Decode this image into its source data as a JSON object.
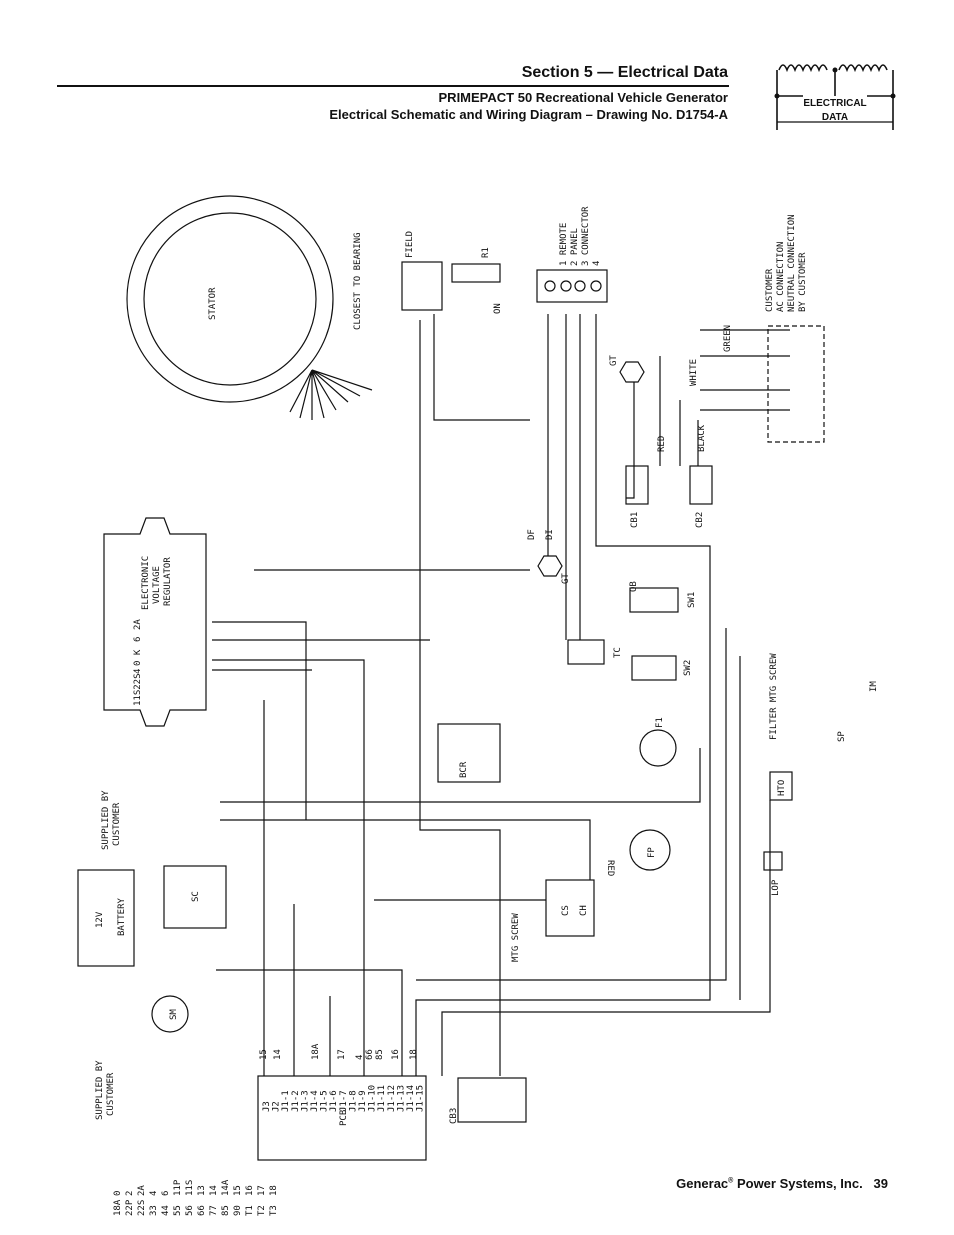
{
  "header": {
    "section_title": "Section 5 — Electrical Data",
    "subtitle_line1": "PRIMEPACT 50 Recreational Vehicle Generator",
    "subtitle_line2": "Electrical Schematic and Wiring Diagram – Drawing No. D1754-A",
    "badge_line1": "ELECTRICAL",
    "badge_line2": "DATA"
  },
  "footer": {
    "company": "Generac",
    "reg_mark": "®",
    "company_rest": " Power Systems, Inc.",
    "page_number": "39"
  },
  "diagram": {
    "stator": "STATOR",
    "closest_to_bearing": "CLOSEST TO BEARING",
    "field": "FIELD",
    "r1": "R1",
    "remote_panel": [
      "1 REMOTE",
      "2 PANEL",
      "3 CONNECTOR",
      "4"
    ],
    "customer_conn": [
      "CUSTOMER",
      "AC CONNECTION",
      "NEUTRAL CONNECTION",
      "BY CUSTOMER"
    ],
    "voltage_regulator": [
      "ELECTRONIC",
      "VOLTAGE",
      "REGULATOR"
    ],
    "reg_terminals": [
      "2A",
      "6",
      "0 K",
      "4",
      "11S22S"
    ],
    "supplied_by_customer": [
      "SUPPLIED BY",
      "CUSTOMER"
    ],
    "battery": [
      "12V",
      "BATTERY"
    ],
    "pcb": "PCB",
    "pcb_pins": [
      "J3",
      "J2",
      "J1-1",
      "J1-2",
      "J1-3",
      "J1-4",
      "J1-5",
      "J1-6",
      "J1-7",
      "J1-8",
      "J1-9",
      "J1-10",
      "J1-11",
      "J1-12",
      "J1-13",
      "J1-14",
      "J1-15"
    ],
    "pcb_wires": [
      "15",
      "14",
      "18A",
      "17",
      "4",
      "66",
      "85",
      "16",
      "18"
    ],
    "component_labels": {
      "gt": "GT",
      "cb1": "CB1",
      "cb2": "CB2",
      "sw1": "SW1",
      "sw2": "SW2",
      "tc": "TC",
      "f1": "F1",
      "bcr": "BCR",
      "sc": "SC",
      "sm": "SM",
      "cs": "CS",
      "ch": "CH",
      "fp": "FP",
      "red": "RED",
      "cb3": "CB3",
      "mtg_screw": "MTG SCREW",
      "filter_mtg_screw": "FILTER MTG SCREW",
      "hto": "HTO",
      "lop": "LOP",
      "sp": "SP",
      "im": "IM",
      "on": "ON",
      "ob": "OB",
      "di": "DI",
      "df": "DF"
    },
    "wire_colors": [
      "GREEN",
      "WHITE",
      "RED",
      "BLACK"
    ],
    "wire_numbers": [
      "0",
      "2",
      "2A",
      "4",
      "6",
      "11P",
      "11S",
      "13",
      "14",
      "14A",
      "15",
      "16",
      "17",
      "18",
      "18A",
      "22P",
      "22S",
      "33",
      "44",
      "55",
      "56",
      "66",
      "77",
      "85",
      "90",
      "T1",
      "T2",
      "T3"
    ]
  }
}
